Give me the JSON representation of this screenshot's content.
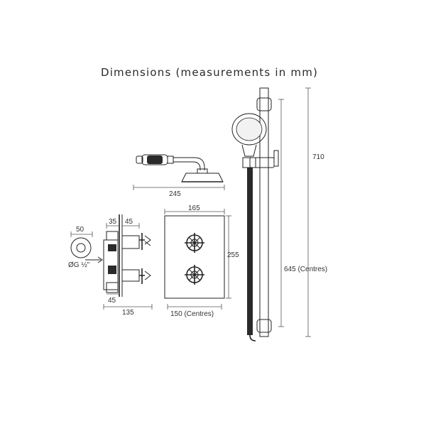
{
  "title": "Dimensions (measurements in mm)",
  "dimensions": {
    "head_width": "245",
    "outlet_width": "50",
    "outlet_thread": "ØG ½\"",
    "valve_top_left": "35",
    "valve_top_right": "45",
    "valve_bottom": "45",
    "valve_depth": "135",
    "plate_width": "165",
    "plate_height": "255",
    "plate_centres": "150 (Centres)",
    "rail_height": "710",
    "rail_centres": "645 (Centres)"
  }
}
